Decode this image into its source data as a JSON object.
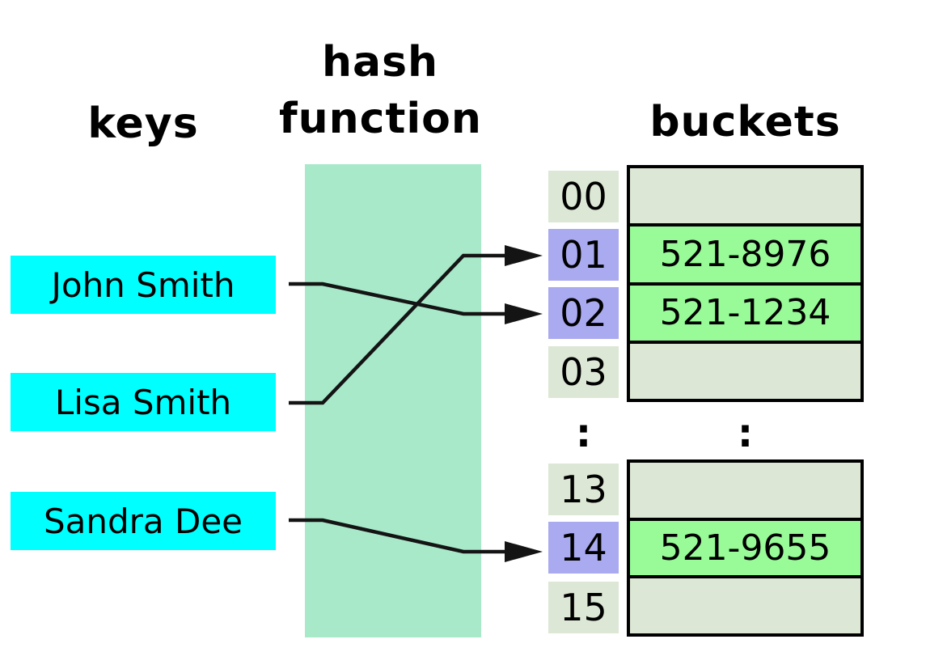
{
  "headers": {
    "keys": "keys",
    "hash_line1": "hash",
    "hash_line2": "function",
    "buckets": "buckets"
  },
  "keys": [
    {
      "name": "John Smith",
      "mapped_bucket": "02"
    },
    {
      "name": "Lisa Smith",
      "mapped_bucket": "01"
    },
    {
      "name": "Sandra Dee",
      "mapped_bucket": "14"
    }
  ],
  "index_cells": [
    {
      "label": "00",
      "highlighted": false
    },
    {
      "label": "01",
      "highlighted": true
    },
    {
      "label": "02",
      "highlighted": true
    },
    {
      "label": "03",
      "highlighted": false
    },
    {
      "label": "13",
      "highlighted": false
    },
    {
      "label": "14",
      "highlighted": true
    },
    {
      "label": "15",
      "highlighted": false
    }
  ],
  "ellipsis": ":",
  "bucket_groups": [
    {
      "rows": [
        "",
        "521-8976",
        "521-1234",
        ""
      ]
    },
    {
      "rows": [
        "",
        "521-9655",
        ""
      ]
    }
  ],
  "colors": {
    "key_box": "#00ffff",
    "hash_function": "#a8e9ca",
    "bucket_filled": "#98fb98",
    "bucket_empty": "#dce8d5",
    "index_default": "#dce8d5",
    "index_highlighted": "#aaaaf0",
    "line": "#141414",
    "text": "#000000"
  }
}
